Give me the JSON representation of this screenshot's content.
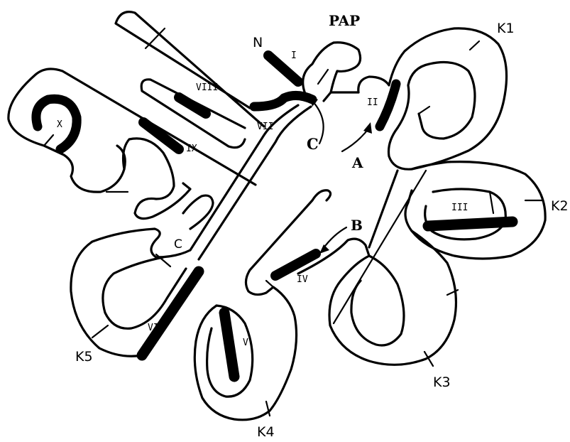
{
  "labels": {
    "pap": "PAP",
    "n_term": "N",
    "c_term_top": "C",
    "c_term_left": "C",
    "site_a": "A",
    "site_b": "B",
    "k1": "K1",
    "k2": "K2",
    "k3": "K3",
    "k4": "K4",
    "k5": "K5"
  },
  "segments": {
    "s1": "I",
    "s2": "II",
    "s3": "III",
    "s4": "IV",
    "s5": "V",
    "s6": "VI",
    "s7": "VII",
    "s8": "VIII",
    "s9": "IX",
    "s10": "X"
  },
  "colors": {
    "stroke": "#000000",
    "background": "#ffffff"
  }
}
